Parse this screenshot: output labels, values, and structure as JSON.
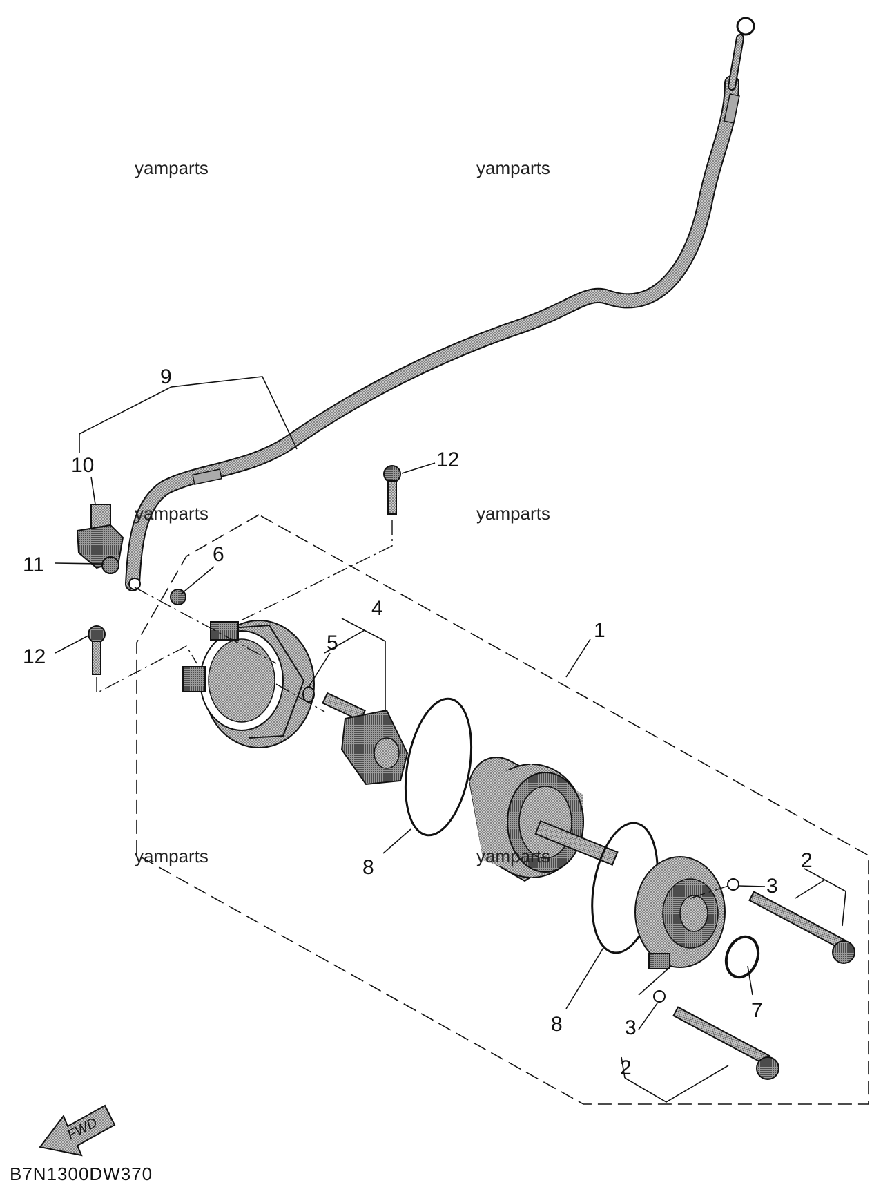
{
  "watermarks": [
    "yamparts",
    "yamparts",
    "yamparts",
    "yamparts",
    "yamparts",
    "yamparts"
  ],
  "callouts": {
    "c1": "1",
    "c2a": "2",
    "c2b": "2",
    "c3a": "3",
    "c3b": "3",
    "c4": "4",
    "c5": "5",
    "c6": "6",
    "c7": "7",
    "c8a": "8",
    "c8b": "8",
    "c9": "9",
    "c10": "10",
    "c11": "11",
    "c12a": "12",
    "c12b": "12"
  },
  "direction_label": "FWD",
  "diagram_code": "B7N1300DW370",
  "colors": {
    "shade": "#b8b8b8",
    "shade_dark": "#8a8a8a",
    "line": "#111111"
  }
}
